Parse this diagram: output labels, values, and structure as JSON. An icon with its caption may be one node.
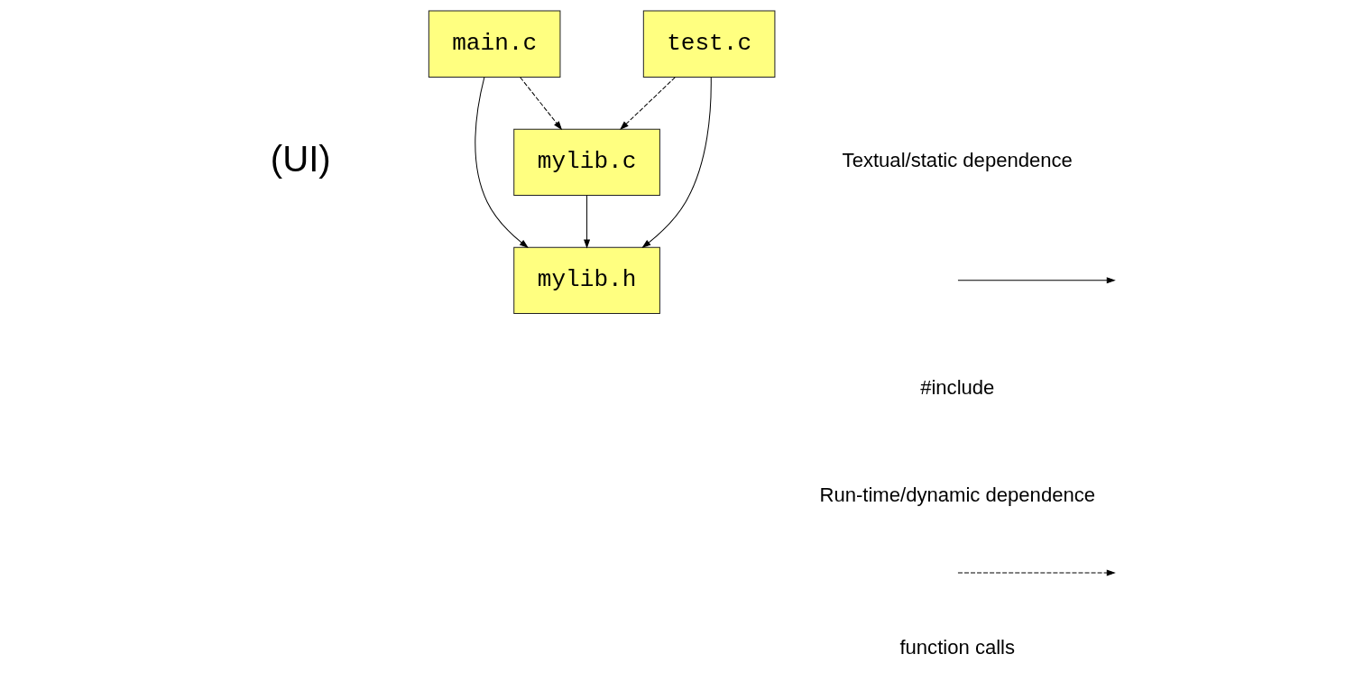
{
  "diagram": {
    "nodes": [
      {
        "text": [
          "main.c"
        ]
      },
      {
        "text": [
          "test.c"
        ]
      },
      {
        "text": [
          "mylib.c"
        ]
      },
      {
        "text": [
          "mylib.h"
        ]
      }
    ],
    "edges": [
      {
        "from": 0,
        "to": 2,
        "arrow": "to",
        "style": "dashed"
      },
      {
        "from": 1,
        "to": 2,
        "arrow": "to",
        "style": "dashed"
      },
      {
        "from": 0,
        "to": 3,
        "arrow": "to"
      },
      {
        "from": 2,
        "to": 3,
        "arrow": "to"
      },
      {
        "from": 1,
        "to": 3,
        "arrow": "to"
      }
    ],
    "labels": [
      "(UI)",
      "#include",
      "function calls"
    ],
    "legend": [
      {
        "text": "Textual/static dependence"
      },
      {
        "text": "Run-time/dynamic dependence"
      }
    ]
  }
}
